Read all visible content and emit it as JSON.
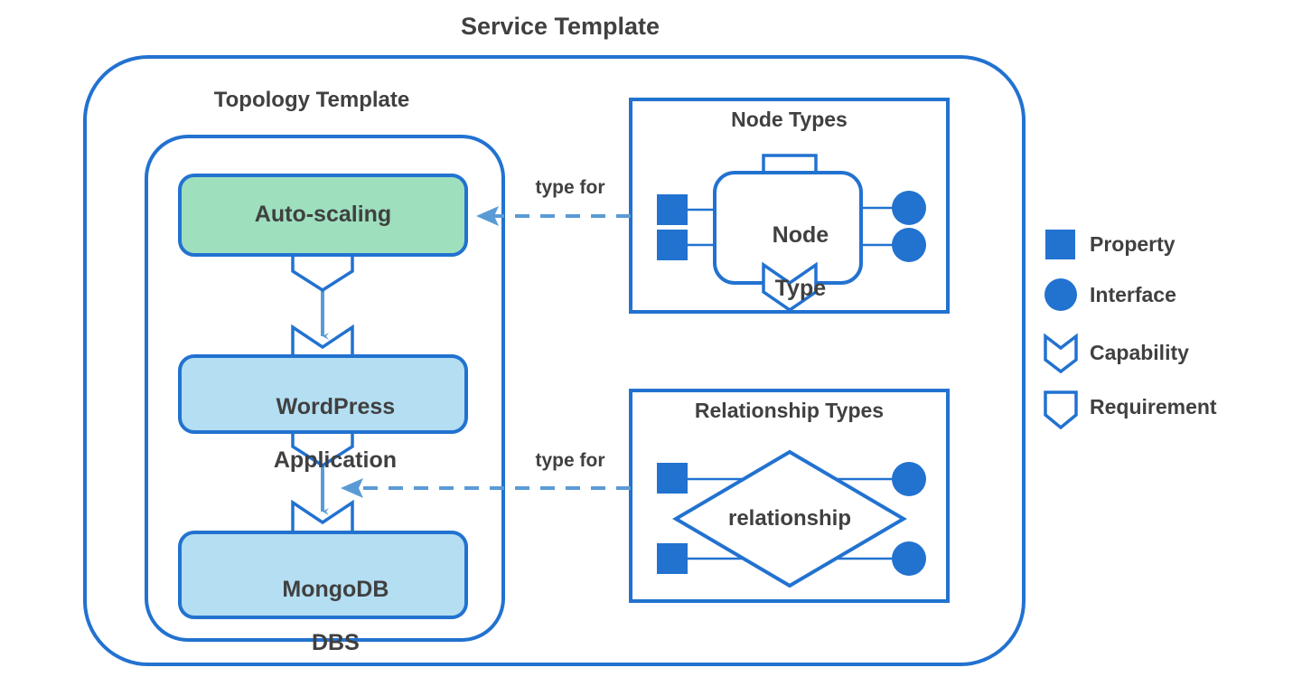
{
  "diagram": {
    "title": "Service Template",
    "colors": {
      "brand_blue": "#2272d0",
      "arrow_blue": "#5b9bd5",
      "node_green": "#9edfbe",
      "node_blue": "#b4def2",
      "text_dark": "#404040",
      "shape_white": "#ffffff"
    },
    "containers": {
      "service_template": {
        "label": "Service Template"
      },
      "topology_template": {
        "label": "Topology Template"
      },
      "node_types": {
        "label": "Node Types"
      },
      "relationship_types": {
        "label": "Relationship Types"
      }
    },
    "topology_nodes": [
      {
        "id": "auto-scaling",
        "label": "Auto-scaling",
        "fill": "#9edfbe",
        "lines": [
          "Auto-scaling"
        ]
      },
      {
        "id": "wordpress-application",
        "label": "WordPress\nApplication",
        "fill": "#b4def2",
        "lines": [
          "WordPress",
          "Application"
        ]
      },
      {
        "id": "mongodb-dbs",
        "label": "MongoDB\nDBS",
        "fill": "#b4def2",
        "lines": [
          "MongoDB",
          "DBS"
        ]
      }
    ],
    "node_type_shape": {
      "lines": [
        "Node",
        "Type"
      ],
      "properties": 2,
      "interfaces": 2,
      "has_requirement_top": true,
      "has_capability_bottom": true
    },
    "relationship_type_shape": {
      "label": "relationship",
      "properties": 2,
      "interfaces": 2
    },
    "edges": [
      {
        "id": "node-types-type-for",
        "label": "type for",
        "style": "dashed",
        "direction": "left"
      },
      {
        "id": "relationship-types-type-for",
        "label": "type for",
        "style": "dashed",
        "direction": "left"
      }
    ],
    "legend": [
      {
        "id": "property",
        "label": "Property",
        "icon": "filled-square-icon"
      },
      {
        "id": "interface",
        "label": "Interface",
        "icon": "filled-circle-icon"
      },
      {
        "id": "capability",
        "label": "Capability",
        "icon": "capability-chevron-icon"
      },
      {
        "id": "requirement",
        "label": "Requirement",
        "icon": "requirement-pentagon-icon"
      }
    ]
  }
}
